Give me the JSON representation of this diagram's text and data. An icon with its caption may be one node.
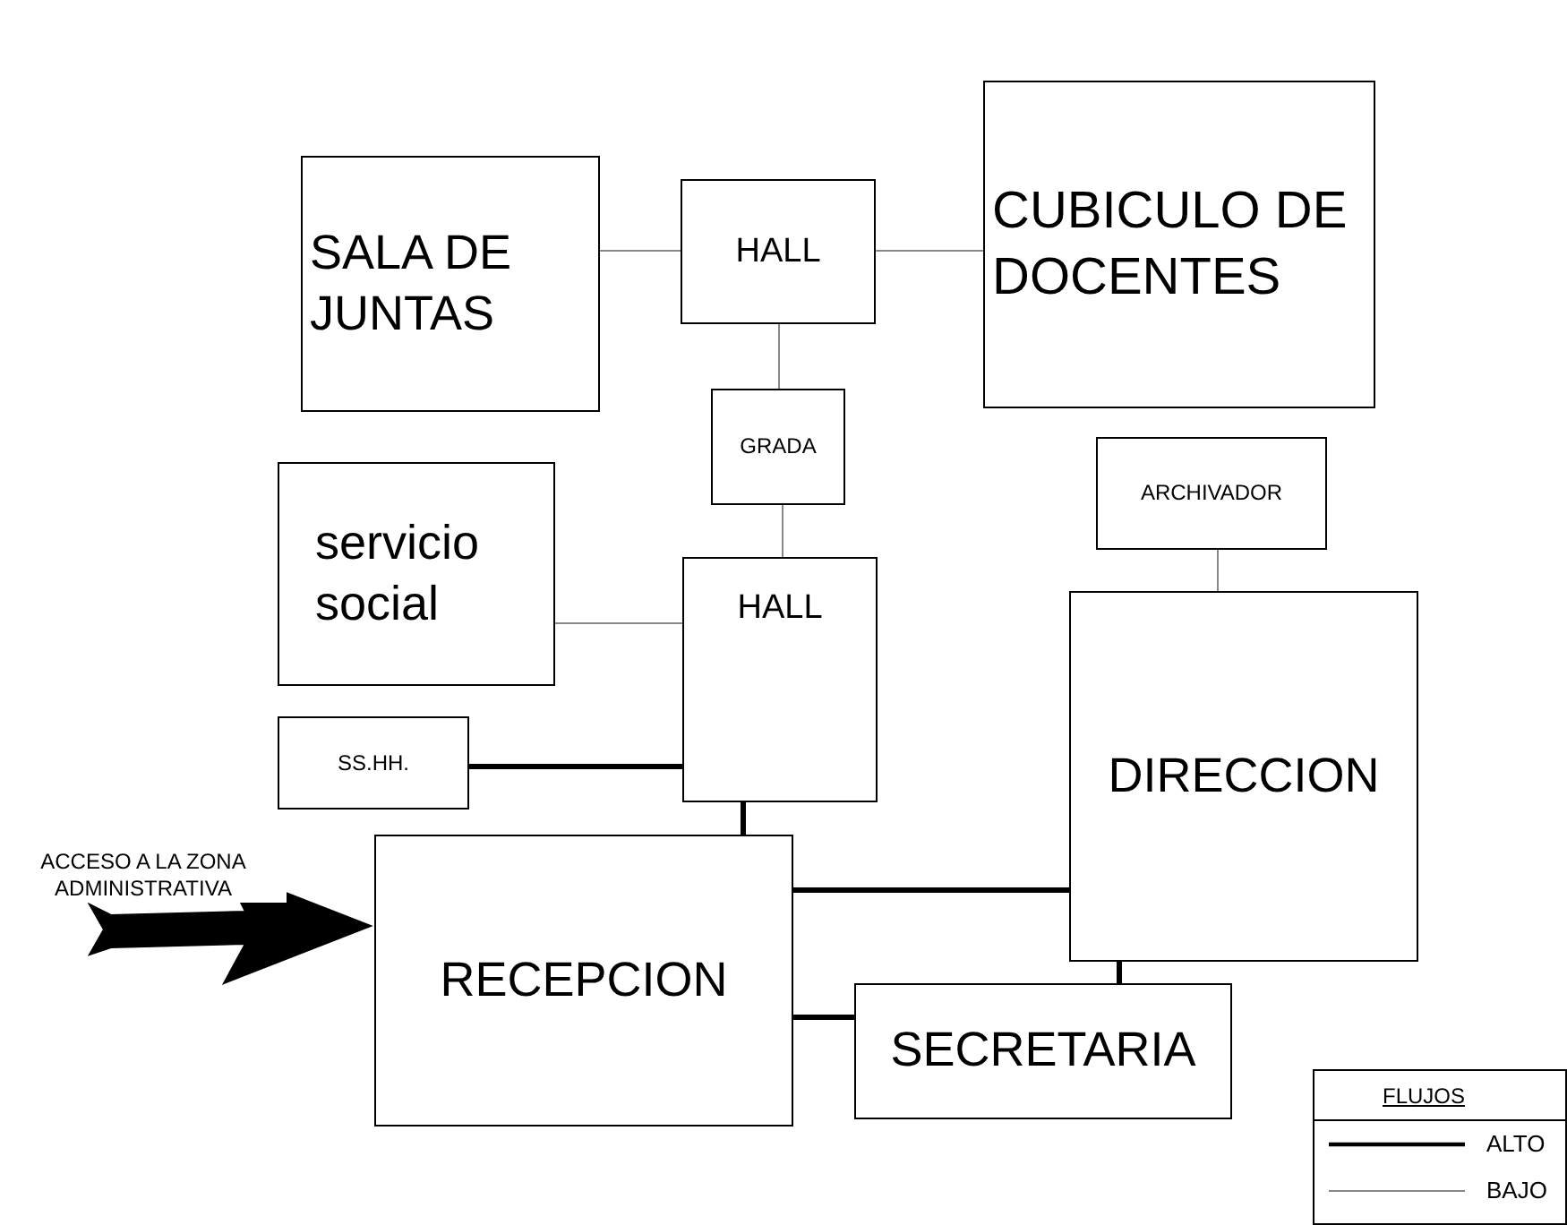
{
  "diagram": {
    "nodes": [
      {
        "text": [
          "SALA DE JUNTAS"
        ]
      },
      {
        "text": [
          "HALL"
        ]
      },
      {
        "text": [
          "CUBICULO DE DOCENTES"
        ]
      },
      {
        "text": [
          "GRADA"
        ]
      },
      {
        "text": [
          "ARCHIVADOR"
        ]
      },
      {
        "text": [
          "servicio social"
        ]
      },
      {
        "text": [
          "HALL"
        ]
      },
      {
        "text": [
          "DIRECCION"
        ]
      },
      {
        "text": [
          "SS.HH."
        ]
      },
      {
        "text": [
          "RECEPCION"
        ]
      },
      {
        "text": [
          "SECRETARIA"
        ]
      }
    ],
    "edges": [
      {
        "from": 0,
        "to": 1,
        "arrow": "none"
      },
      {
        "from": 1,
        "to": 2,
        "arrow": "none"
      },
      {
        "from": 1,
        "to": 3,
        "arrow": "none"
      },
      {
        "from": 3,
        "to": 6,
        "arrow": "none"
      },
      {
        "from": 5,
        "to": 6,
        "arrow": "none"
      },
      {
        "from": 8,
        "to": 6,
        "arrow": "none",
        "style": "thick",
        "color": "#000000"
      },
      {
        "from": 6,
        "to": 9,
        "arrow": "none",
        "style": "thick",
        "color": "#000000"
      },
      {
        "from": 4,
        "to": 7,
        "arrow": "none"
      },
      {
        "from": 9,
        "to": 7,
        "arrow": "none",
        "style": "thick",
        "color": "#000000"
      },
      {
        "from": 7,
        "to": 10,
        "arrow": "none",
        "style": "thick",
        "color": "#000000"
      },
      {
        "from": 9,
        "to": 10,
        "arrow": "none",
        "style": "thick",
        "color": "#000000"
      },
      {
        "from": null,
        "to": 9,
        "arrow": "to",
        "label": "ACCESO A LA ZONA ADMINISTRATIVA"
      }
    ],
    "labels": [
      "FLUJOS"
    ],
    "legend": [
      {
        "text": "ALTO"
      },
      {
        "text": "BAJO"
      }
    ]
  }
}
